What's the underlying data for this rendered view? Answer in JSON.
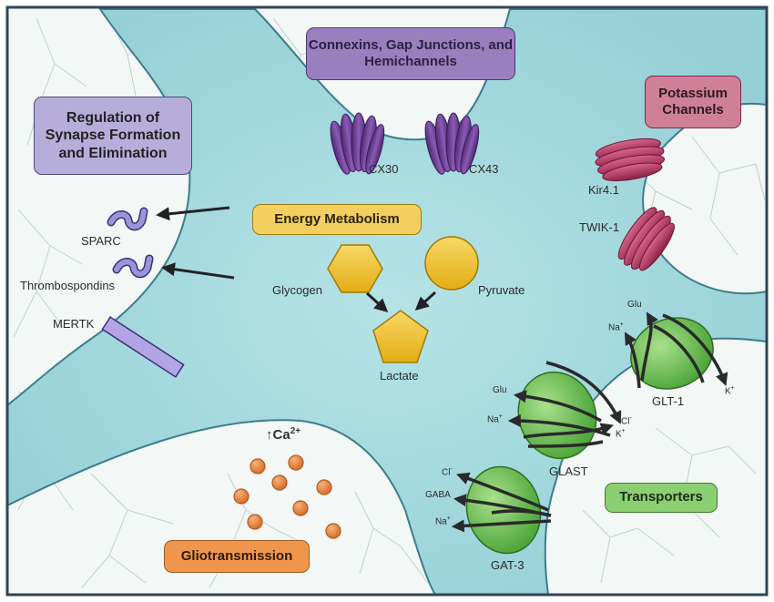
{
  "colors": {
    "background": "#f3f7f6",
    "astrocyte_fill": "#a9dde1",
    "astrocyte_edge": "#3d7c8c",
    "border": "#2f4457",
    "tree": "#8bb5a5",
    "purple_box": "#9a7fbf",
    "lavender_box": "#b7addb",
    "magenta_box": "#d07f98",
    "yellow_box": "#f2cf5f",
    "green_box": "#8ccf72",
    "orange_box": "#f0964c",
    "connexin": "#6e3f94",
    "potassium_channel": "#b23a63",
    "transporter": "#6ec24c",
    "metabolite": "#f2c22e",
    "vesicle": "#ea8a44"
  },
  "boxes": {
    "connexins": "Connexins, Gap Junctions, and Hemichannels",
    "synapse": "Regulation of Synapse Formation and Elimination",
    "potassium": "Potassium Channels",
    "energy": "Energy Metabolism",
    "transporters": "Transporters",
    "gliotransmission": "Gliotransmission"
  },
  "labels": {
    "cx30": "CX30",
    "cx43": "CX43",
    "kir": "Kir4.1",
    "twik": "TWIK-1",
    "sparc": "SPARC",
    "thrombospondins": "Thrombospondins",
    "mertk": "MERTK",
    "glycogen": "Glycogen",
    "pyruvate": "Pyruvate",
    "lactate": "Lactate",
    "glt1": "GLT-1",
    "glast": "GLAST",
    "gat3": "GAT-3"
  },
  "ions": {
    "glu": "Glu",
    "na": "Na",
    "k": "K",
    "cl": "Cl",
    "gaba": "GABA",
    "plus": "+",
    "minus": "-"
  },
  "calcium": {
    "arrow": "↑",
    "symbol": "Ca",
    "charge": "2+"
  }
}
